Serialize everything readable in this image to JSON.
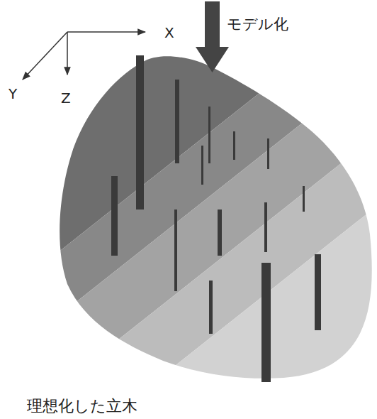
{
  "diagram": {
    "labels": [
      "X",
      "Y",
      "Z",
      "モデル化",
      "理想化した立木"
    ]
  }
}
